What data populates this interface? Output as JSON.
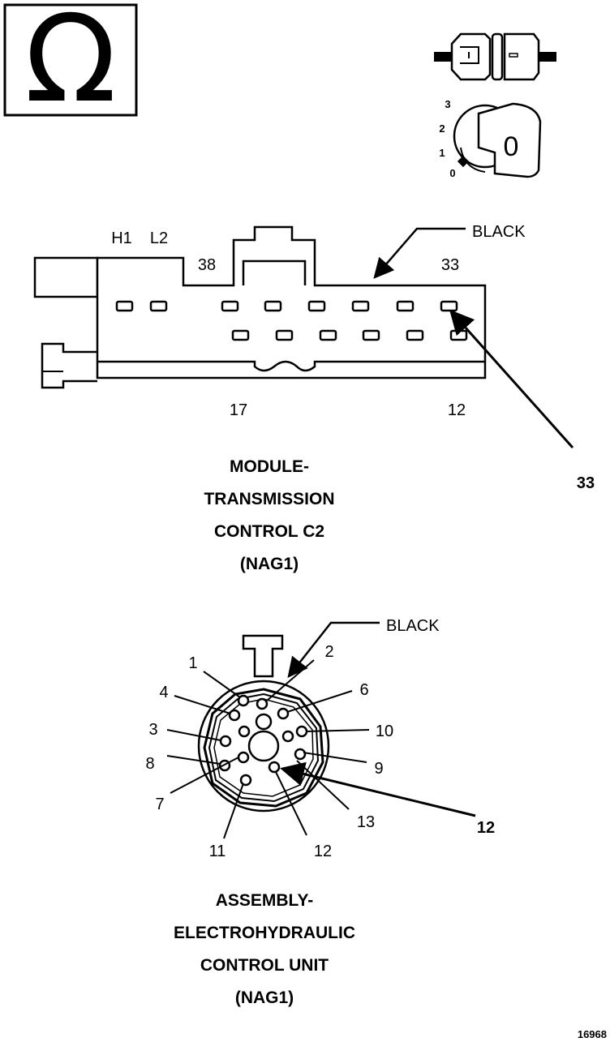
{
  "meter_symbol": "Ω",
  "key_switch": {
    "positions": [
      "3",
      "2",
      "1",
      "0"
    ],
    "key_label": "0"
  },
  "module_c2": {
    "color_label": "BLACK",
    "pin_labels": {
      "h1": "H1",
      "l2": "L2",
      "p38": "38",
      "p33": "33",
      "p17": "17",
      "p12": "12"
    },
    "callout": "33",
    "title_lines": [
      "MODULE-",
      "TRANSMISSION",
      "CONTROL C2",
      "(NAG1)"
    ]
  },
  "ehcu": {
    "color_label": "BLACK",
    "pin_labels": {
      "p1": "1",
      "p2": "2",
      "p4": "4",
      "p6": "6",
      "p3": "3",
      "p10": "10",
      "p8": "8",
      "p9": "9",
      "p7": "7",
      "p13": "13",
      "p11": "11",
      "p12": "12"
    },
    "callout": "12",
    "title_lines": [
      "ASSEMBLY-",
      "ELECTROHYDRAULIC",
      "CONTROL UNIT",
      "(NAG1)"
    ]
  },
  "figure_number": "16968"
}
